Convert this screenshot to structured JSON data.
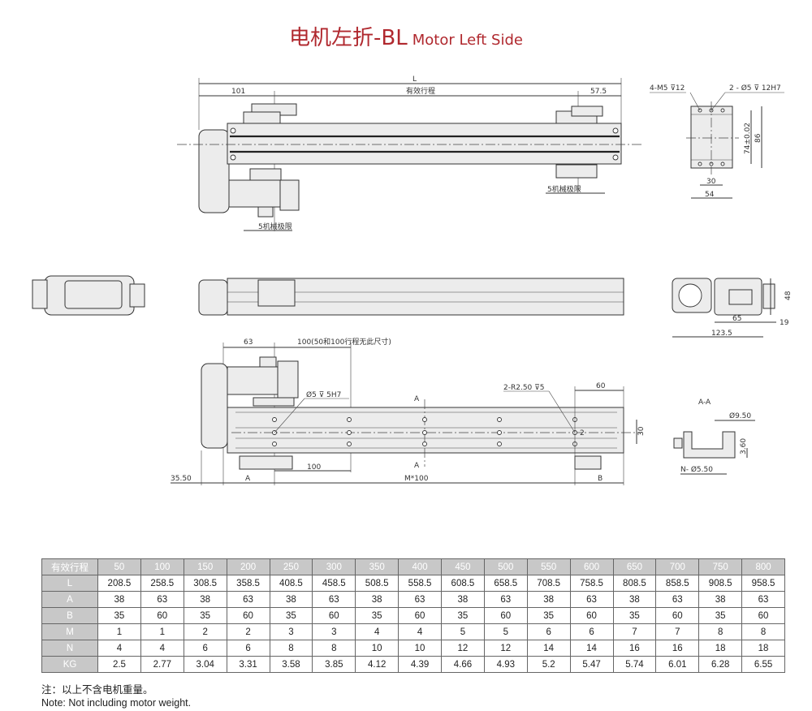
{
  "title": {
    "cn": "电机左折-BL",
    "en": "Motor Left Side"
  },
  "colors": {
    "title": "#b0282e",
    "header_bg": "#c8c8c8"
  },
  "drawing": {
    "top": {
      "L": "L",
      "d101": "101",
      "stroke": "有效行程",
      "d57": "57.5",
      "limit_right": "5机械极限",
      "limit_left": "5机械极限"
    },
    "end_top": {
      "m5": "4-M5  ⊽12",
      "pin": "2 - Ø5 ⊽ 12H7",
      "d74": "74±0.02",
      "d86": "86",
      "d30": "30",
      "d54": "54"
    },
    "end_side": {
      "d48": "48",
      "d65": "65",
      "d19": "19",
      "d123": "123.5"
    },
    "bottom": {
      "d63": "63",
      "d100note": "100(50和100行程无此尺寸)",
      "pin": "Ø5 ⊽ 5H7",
      "r250": "2-R2.50  ⊽5",
      "d60": "60",
      "d30": "30",
      "d2": "2",
      "A1": "A",
      "A2": "A",
      "d100": "100",
      "d3550": "35.50",
      "A": "A",
      "M100": "M*100",
      "B": "B"
    },
    "section": {
      "title": "A-A",
      "d950": "Ø9.50",
      "d360": "3.60",
      "n550": "N- Ø5.50"
    }
  },
  "table": {
    "header": [
      "有效行程",
      "50",
      "100",
      "150",
      "200",
      "250",
      "300",
      "350",
      "400",
      "450",
      "500",
      "550",
      "600",
      "650",
      "700",
      "750",
      "800"
    ],
    "rows": [
      [
        "L",
        "208.5",
        "258.5",
        "308.5",
        "358.5",
        "408.5",
        "458.5",
        "508.5",
        "558.5",
        "608.5",
        "658.5",
        "708.5",
        "758.5",
        "808.5",
        "858.5",
        "908.5",
        "958.5"
      ],
      [
        "A",
        "38",
        "63",
        "38",
        "63",
        "38",
        "63",
        "38",
        "63",
        "38",
        "63",
        "38",
        "63",
        "38",
        "63",
        "38",
        "63"
      ],
      [
        "B",
        "35",
        "60",
        "35",
        "60",
        "35",
        "60",
        "35",
        "60",
        "35",
        "60",
        "35",
        "60",
        "35",
        "60",
        "35",
        "60"
      ],
      [
        "M",
        "1",
        "1",
        "2",
        "2",
        "3",
        "3",
        "4",
        "4",
        "5",
        "5",
        "6",
        "6",
        "7",
        "7",
        "8",
        "8"
      ],
      [
        "N",
        "4",
        "4",
        "6",
        "6",
        "8",
        "8",
        "10",
        "10",
        "12",
        "12",
        "14",
        "14",
        "16",
        "16",
        "18",
        "18"
      ],
      [
        "KG",
        "2.5",
        "2.77",
        "3.04",
        "3.31",
        "3.58",
        "3.85",
        "4.12",
        "4.39",
        "4.66",
        "4.93",
        "5.2",
        "5.47",
        "5.74",
        "6.01",
        "6.28",
        "6.55"
      ]
    ]
  },
  "notes": {
    "cn": "注：以上不含电机重量。",
    "en": "Note: Not including motor weight."
  }
}
